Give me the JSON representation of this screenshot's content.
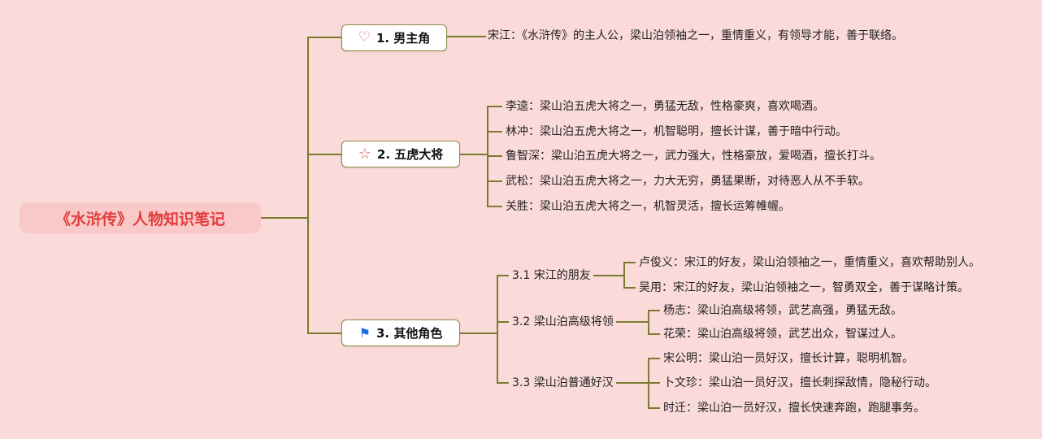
{
  "colors": {
    "background": "#fbdada",
    "connector_line": "#7b7b2f",
    "root_background": "#f9c9c9",
    "root_text": "#e23c3c",
    "node_background": "#ffffff",
    "node_border": "#8a8a45",
    "heart_star_icon": "#e05a5a",
    "flag_icon": "#1d6fe0"
  },
  "icons": {
    "heart": "♡",
    "star": "☆",
    "flag": "⚑"
  },
  "root": {
    "label": "《水浒传》人物知识笔记"
  },
  "branches": [
    {
      "label": "1. 男主角",
      "icon": "heart-icon",
      "leaves": [
        {
          "text": "宋江：《水浒传》的主人公，梁山泊领袖之一，重情重义，有领导才能，善于联络。"
        }
      ]
    },
    {
      "label": "2. 五虎大将",
      "icon": "star-icon",
      "leaves": [
        {
          "text": "李逵：梁山泊五虎大将之一，勇猛无敌，性格豪爽，喜欢喝酒。"
        },
        {
          "text": "林冲：梁山泊五虎大将之一，机智聪明，擅长计谋，善于暗中行动。"
        },
        {
          "text": "鲁智深：梁山泊五虎大将之一，武力强大，性格豪放，爱喝酒，擅长打斗。"
        },
        {
          "text": "武松：梁山泊五虎大将之一，力大无穷，勇猛果断，对待恶人从不手软。"
        },
        {
          "text": "关胜：梁山泊五虎大将之一，机智灵活，擅长运筹帷幄。"
        }
      ]
    },
    {
      "label": "3. 其他角色",
      "icon": "flag-icon",
      "groups": [
        {
          "label": "3.1 宋江的朋友",
          "leaves": [
            {
              "text": "卢俊义：宋江的好友，梁山泊领袖之一，重情重义，喜欢帮助别人。"
            },
            {
              "text": "吴用：宋江的好友，梁山泊领袖之一，智勇双全，善于谋略计策。"
            }
          ]
        },
        {
          "label": "3.2 梁山泊高级将领",
          "leaves": [
            {
              "text": "杨志：梁山泊高级将领，武艺高强，勇猛无敌。"
            },
            {
              "text": "花荣：梁山泊高级将领，武艺出众，智谋过人。"
            }
          ]
        },
        {
          "label": "3.3 梁山泊普通好汉",
          "leaves": [
            {
              "text": "宋公明：梁山泊一员好汉，擅长计算，聪明机智。"
            },
            {
              "text": "卜文珍：梁山泊一员好汉，擅长刺探敌情，隐秘行动。"
            },
            {
              "text": "时迁：梁山泊一员好汉，擅长快速奔跑，跑腿事务。"
            }
          ]
        }
      ]
    }
  ]
}
